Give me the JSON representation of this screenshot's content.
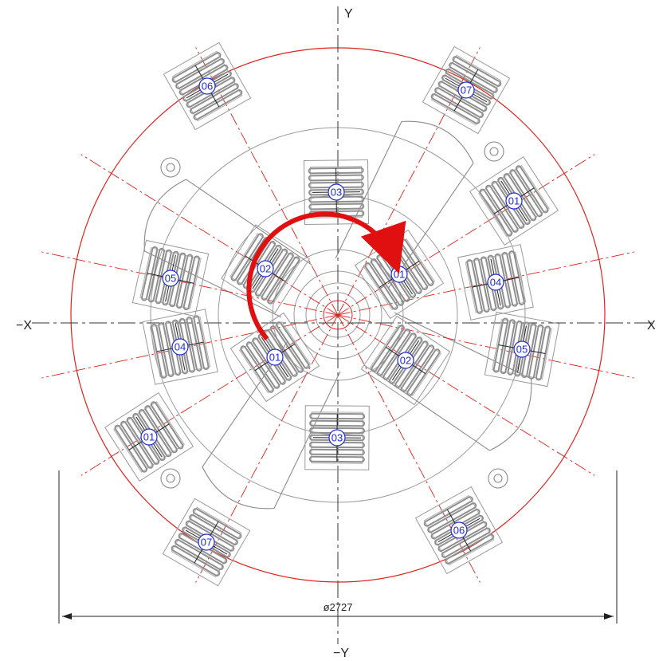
{
  "axes": {
    "pos_y": "Y",
    "neg_y": "−Y",
    "neg_x": "−X",
    "pos_x": "X"
  },
  "dimension": {
    "label": "ø2727"
  },
  "colors": {
    "outline_red": "#e0201c",
    "rotation_arrow": "#e01010",
    "cutter_gray": "#8f8f8f",
    "label_blue": "#1f2bd0",
    "line_black": "#222222"
  },
  "rotation": {
    "direction": "clockwise"
  },
  "cutters": [
    {
      "label": "06"
    },
    {
      "label": "07"
    },
    {
      "label": "03"
    },
    {
      "label": "01"
    },
    {
      "label": "02"
    },
    {
      "label": "01"
    },
    {
      "label": "05"
    },
    {
      "label": "04"
    },
    {
      "label": "04"
    },
    {
      "label": "05"
    },
    {
      "label": "01"
    },
    {
      "label": "02"
    },
    {
      "label": "01"
    },
    {
      "label": "03"
    },
    {
      "label": "07"
    },
    {
      "label": "06"
    }
  ]
}
